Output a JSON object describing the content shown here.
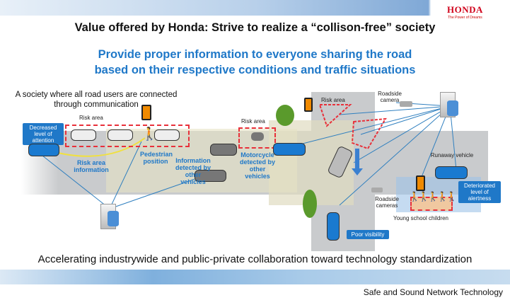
{
  "header": {
    "brand": "HONDA",
    "tagline": "The Power of Dreams"
  },
  "title": "Value offered by Honda: Strive to realize a “collison-free” society",
  "subtitle": [
    "Provide proper information to everyone sharing the road",
    "based on their respective conditions and traffic situations"
  ],
  "diagram": {
    "society_text": "A society where all road users are connected through communication",
    "risk_area": "Risk area",
    "decreased_attention": "Decreased level of attention",
    "risk_area_information": "Risk area information",
    "pedestrian_position": "Pedestrian position",
    "info_other_vehicles": "Information detected by other vehicles",
    "motorcycle_detected": "Motorcycle detected by other vehicles",
    "roadside_camera": "Roadside camera",
    "roadside_cameras": "Roadside cameras",
    "runaway_vehicle": "Runaway vehicle",
    "deteriorated_alertness": "Deteriorated level of alertness",
    "young_children": "Young school children",
    "poor_visibility": "Poor visibility"
  },
  "bottom_text": "Accelerating industrywide and public-private collaboration toward technology standardization",
  "footer": "Safe and Sound Network Technology",
  "colors": {
    "accent": "#1f78c8",
    "risk": "#e8303a",
    "brand": "#d0021b"
  }
}
